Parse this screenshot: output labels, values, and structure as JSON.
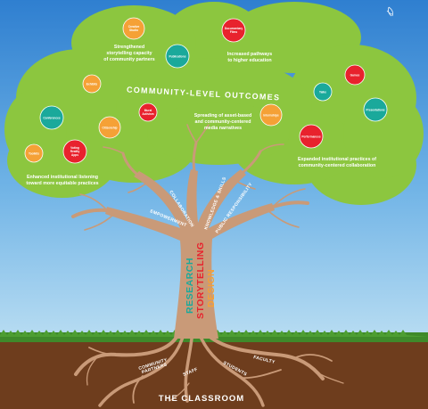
{
  "title": "COMMUNITY-LEVEL OUTCOMES",
  "outcomes": [
    "Strengthened storytelling capacity of community partners",
    "Increased pathways to higher education",
    "Spreading of asset-based and community-centered media narratives",
    "Expanded institutional practices of community-centered collaboration",
    "Enhanced institutional listening toward more equitable practices"
  ],
  "bubbles": [
    {
      "label": "Creative Studio",
      "color": "#f5a136"
    },
    {
      "label": "Documentary Films",
      "color": "#e8222d"
    },
    {
      "label": "Publications",
      "color": "#1aa99b"
    },
    {
      "label": "Exhibits",
      "color": "#f5a136"
    },
    {
      "label": "Conferences",
      "color": "#1aa99b"
    },
    {
      "label": "Citizenship",
      "color": "#f5a136"
    },
    {
      "label": "Mural Activism",
      "color": "#e8222d"
    },
    {
      "label": "Internships",
      "color": "#f5a136"
    },
    {
      "label": "Toolkits",
      "color": "#f5a136"
    },
    {
      "label": "Voting Reality Apps",
      "color": "#e8222d"
    },
    {
      "label": "Talks",
      "color": "#1aa99b"
    },
    {
      "label": "Games",
      "color": "#e8222d"
    },
    {
      "label": "Presentations",
      "color": "#1aa99b"
    },
    {
      "label": "Performances",
      "color": "#e8222d"
    }
  ],
  "branches": [
    "EMPOWERMENT",
    "COLLABORATION",
    "KNOWLEDGE & SKILLS",
    "PUBLIC RESPONSIBILITY"
  ],
  "trunk": [
    "RESEARCH",
    "STORYTELLING",
    "DESIGN"
  ],
  "roots": [
    "COMMUNITY PARTNERS",
    "STAFF",
    "STUDENTS",
    "FACULTY"
  ],
  "ground_label": "THE CLASSROOM",
  "colors": {
    "sky": "#3a8fd8",
    "canopy": "#8cc63f",
    "trunk": "#c99a78",
    "soil": "#6e3d1d",
    "grass": "#3f8a2a",
    "research": "#1aa99b",
    "storytelling": "#e8222d",
    "design": "#f5a136"
  }
}
